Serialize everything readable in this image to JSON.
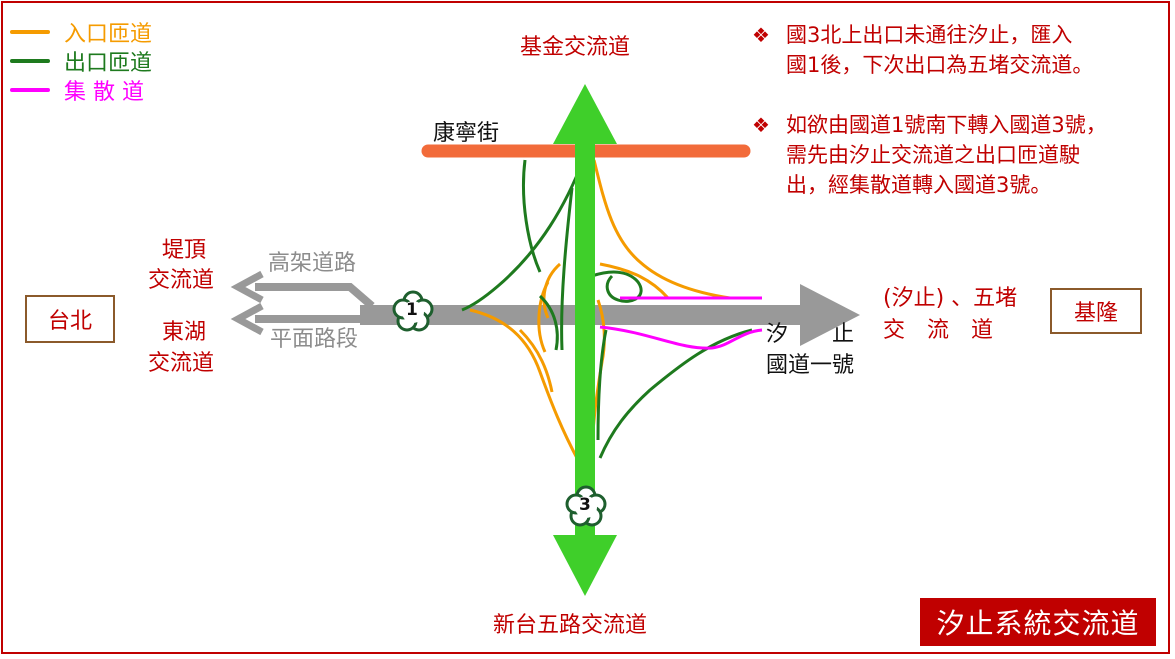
{
  "legend": [
    {
      "label": "入口匝道",
      "color": "#f59b00"
    },
    {
      "label": "出口匝道",
      "color": "#1e7a1e"
    },
    {
      "label": "集 散 道",
      "color": "#ff00ff"
    }
  ],
  "colors": {
    "national_highway_3": "#3fcf2a",
    "national_highway_1": "#999999",
    "kangning_street": "#f26b3a",
    "text_red": "#c00000",
    "text_gray": "#8c8c8c"
  },
  "labels": {
    "north_interchange": "基金交流道",
    "south_interchange": "新台五路交流道",
    "kangning_street": "康寧街",
    "elevated_road": "高架道路",
    "surface_road": "平面路段",
    "diding_1": "堤頂",
    "diding_2": "交流道",
    "donghu_1": "東湖",
    "donghu_2": "交流道",
    "taipei": "台北",
    "keelung": "基隆",
    "east_1": "(汐止) 、五堵",
    "east_2": "交　流　道",
    "xizhi": "汐　　止",
    "highway_1_name": "國道一號",
    "shield_1": "1",
    "shield_3": "3",
    "title": "汐止系統交流道"
  },
  "notes": [
    {
      "bullet": "❖",
      "text": "國3北上出口未通往汐止，匯入\n國1後，下次出口為五堵交流道。"
    },
    {
      "bullet": "❖",
      "text": "如欲由國道1號南下轉入國道3號，\n需先由汐止交流道之出口匝道駛\n出，經集散道轉入國道3號。"
    }
  ]
}
